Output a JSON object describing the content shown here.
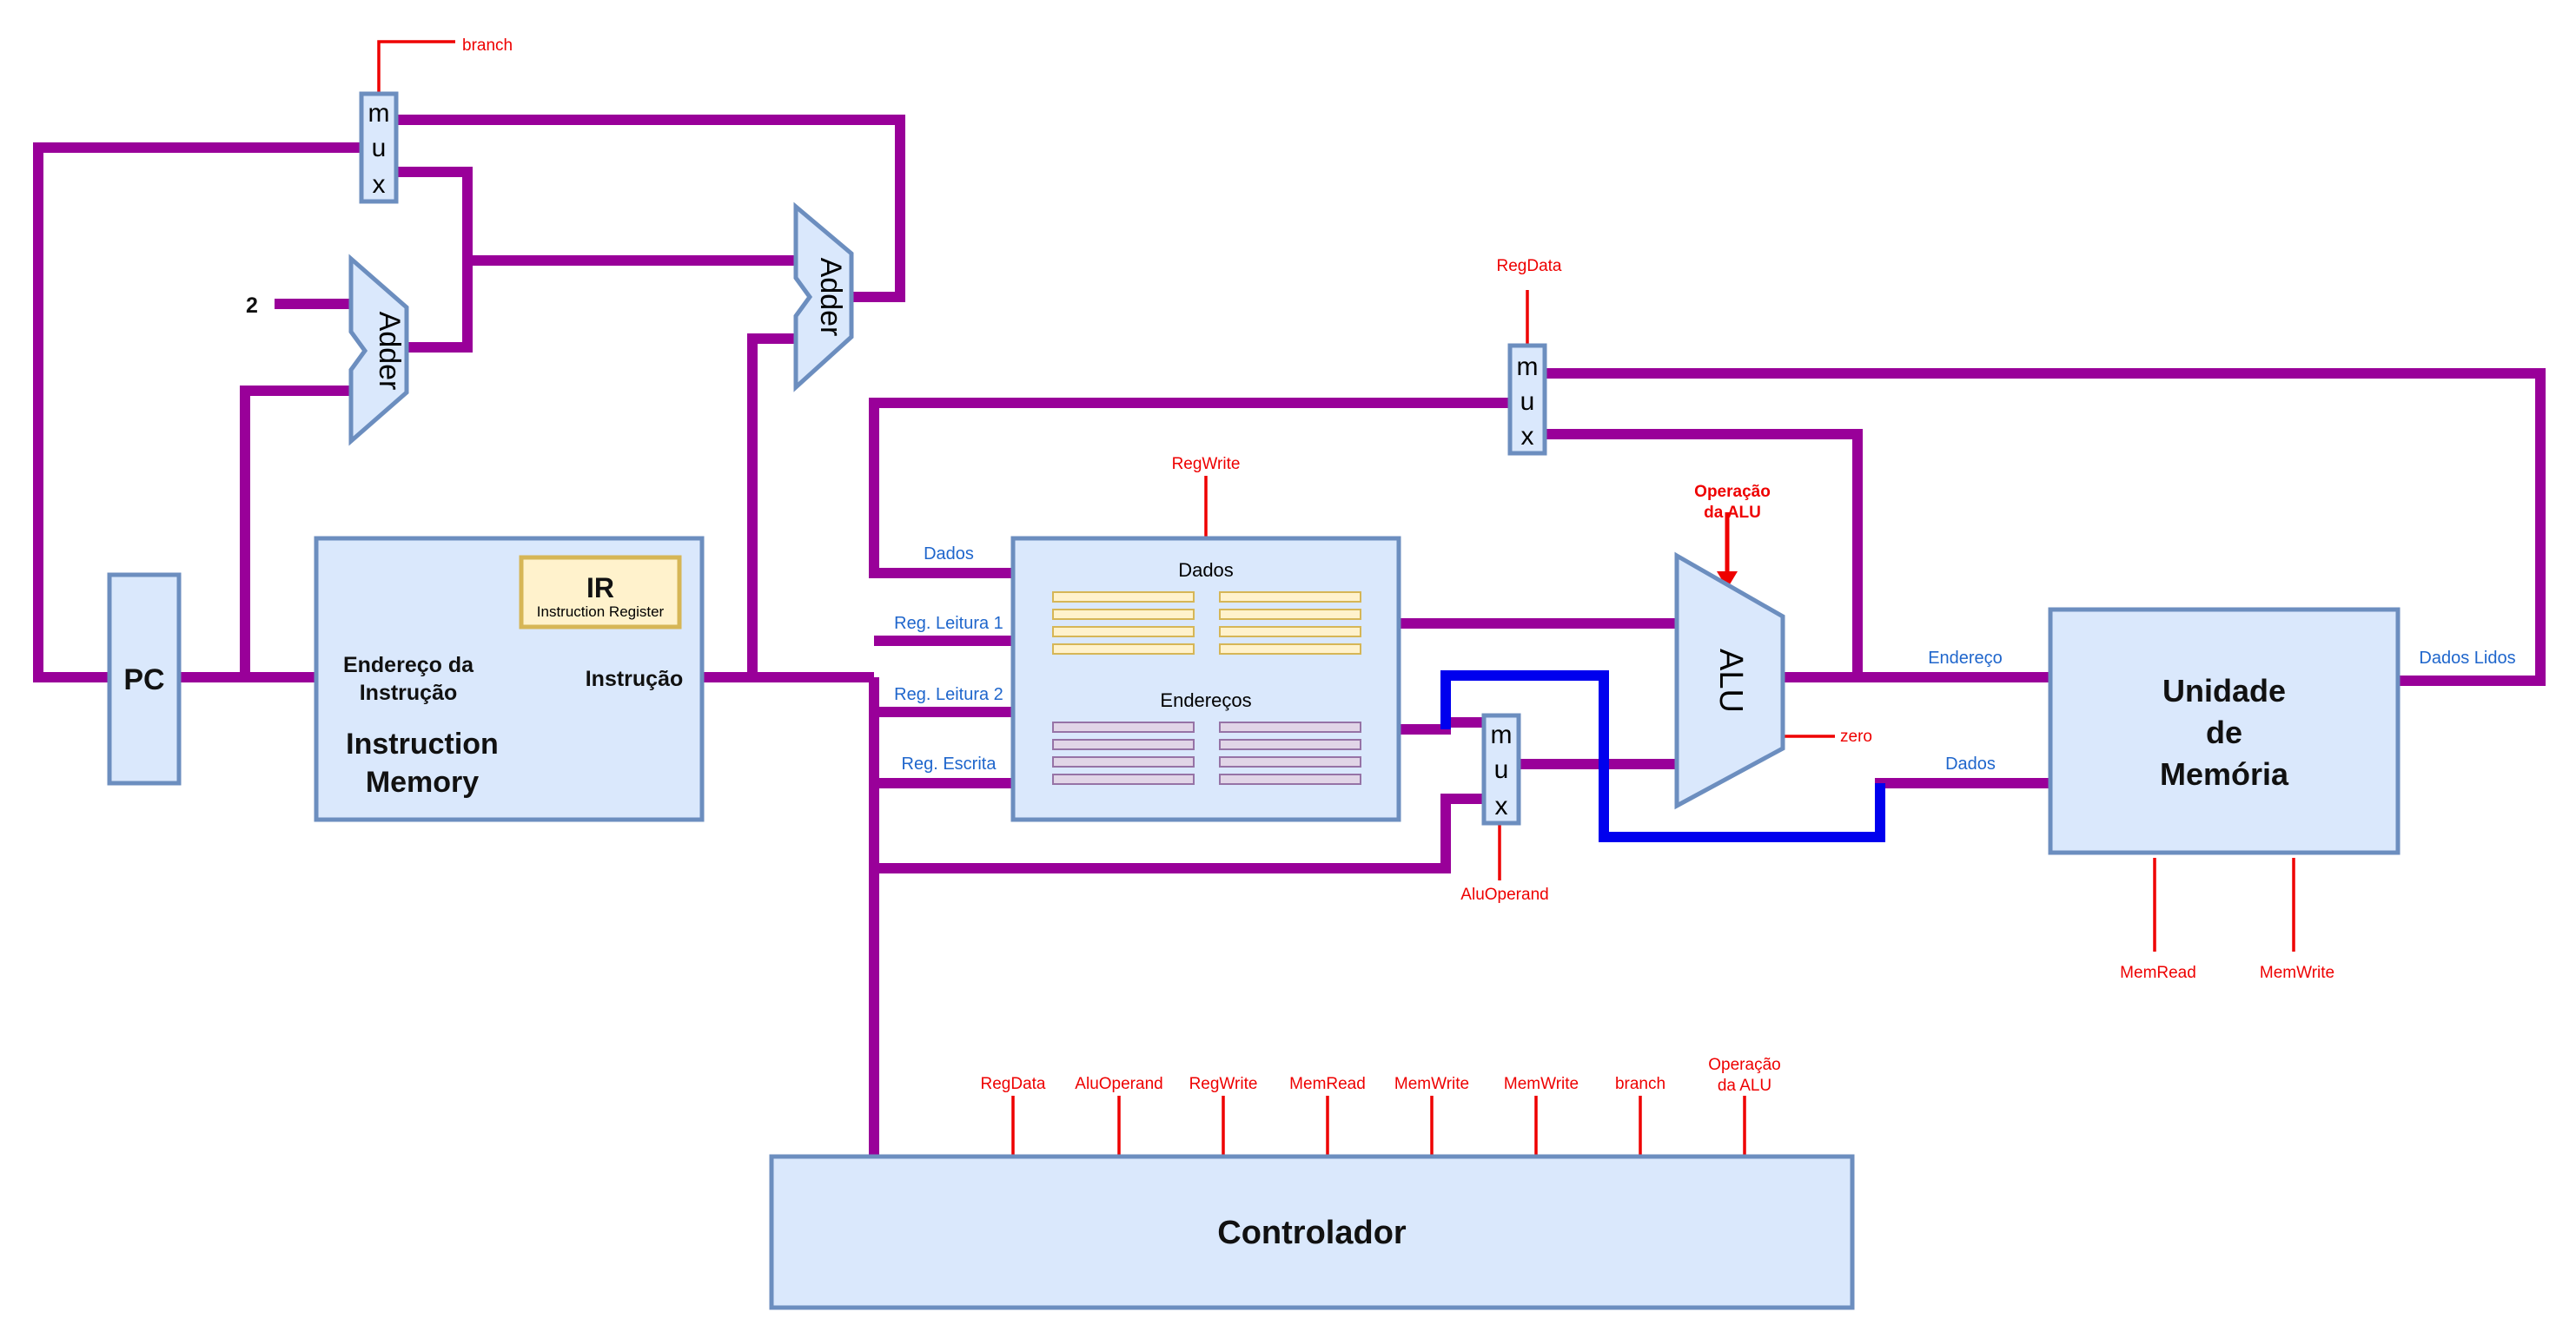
{
  "pc": {
    "label": "PC"
  },
  "instruction_memory": {
    "title_line1": "Instruction",
    "title_line2": "Memory",
    "addr_line1": "Endereço da",
    "addr_line2": "Instrução",
    "out_label": "Instrução",
    "ir_title": "IR",
    "ir_subtitle": "Instruction Register"
  },
  "adder_small": {
    "label": "Adder",
    "constant": "2"
  },
  "adder_big": {
    "label": "Adder"
  },
  "mux_pc": {
    "letters": [
      "m",
      "u",
      "x"
    ],
    "control": "branch"
  },
  "mux_regdata": {
    "letters": [
      "m",
      "u",
      "x"
    ],
    "control": "RegData"
  },
  "mux_alu": {
    "letters": [
      "m",
      "u",
      "x"
    ],
    "control": "AluOperand"
  },
  "register_file": {
    "control": "RegWrite",
    "data_title": "Dados",
    "addr_title": "Endereços",
    "in_dados": "Dados",
    "in_leitura1": "Reg. Leitura 1",
    "in_leitura2": "Reg. Leitura 2",
    "in_escrita": "Reg. Escrita",
    "data_color": "#fff2cc",
    "data_border": "#d6b656",
    "addr_color": "#e1d5e7",
    "addr_border": "#9673a6"
  },
  "alu": {
    "label": "ALU",
    "control_line1": "Operação",
    "control_line2": "da ALU",
    "zero": "zero"
  },
  "memory": {
    "title_line1": "Unidade",
    "title_line2": "de",
    "title_line3": "Memória",
    "in_endereco": "Endereço",
    "in_dados": "Dados",
    "out_dados": "Dados Lidos",
    "control_read": "MemRead",
    "control_write": "MemWrite"
  },
  "controller": {
    "label": "Controlador",
    "signals": [
      "RegData",
      "AluOperand",
      "RegWrite",
      "MemRead",
      "MemWrite",
      "MemWrite",
      "branch",
      "Operação"
    ],
    "signal_alu_line2": "da ALU"
  },
  "colors": {
    "bus": "#990099",
    "bus_highlight": "#0000ee",
    "control": "#ee0000",
    "box_fill": "#dae8fc",
    "box_border": "#6c8ebf",
    "ir_fill": "#fff2cc",
    "ir_border": "#d6b656"
  }
}
